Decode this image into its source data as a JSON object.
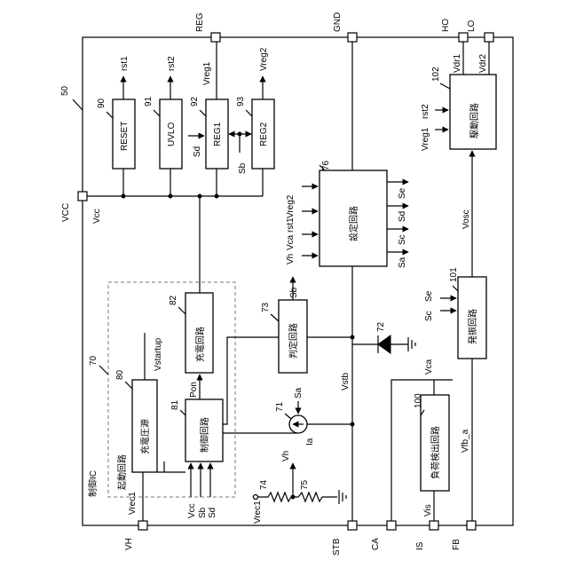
{
  "ic_label": "制御IC",
  "block_numbers": {
    "ic": "50",
    "reset": "90",
    "uvlo": "91",
    "reg1": "92",
    "reg2": "93",
    "startup": "70",
    "charger": "80",
    "control": "81",
    "charge": "82",
    "switch": "71",
    "diode": "72",
    "judge": "73",
    "r1": "74",
    "r2": "75",
    "setting": "76",
    "load_detect": "100",
    "osc": "101",
    "driver": "102"
  },
  "blocks": {
    "reset": "RESET",
    "uvlo": "UVLO",
    "reg1": "REG1",
    "reg2": "REG2",
    "startup": "起動回路",
    "charger": "充電圧源",
    "control": "制御回路",
    "charge": "充電回路",
    "judge": "判定回路",
    "setting": "設定回路",
    "load_detect": "負荷検出回路",
    "osc": "発振回路",
    "driver": "駆動回路"
  },
  "pins": {
    "reg": "REG",
    "gnd": "GND",
    "ho": "HO",
    "lo": "LO",
    "vcc": "VCC",
    "vh": "VH",
    "stb": "STB",
    "ca": "CA",
    "is": "IS",
    "fb": "FB"
  },
  "signals": {
    "rst1": "rst1",
    "rst2": "rst2",
    "vreg1": "Vreg1",
    "vreg2": "Vreg2",
    "sd": "Sd",
    "sb": "Sb",
    "vcc": "Vcc",
    "vstartup": "Vstartup",
    "pon": "Pon",
    "vrec1": "Vrec1",
    "vh": "Vh",
    "sa": "Sa",
    "ia": "Ia",
    "vstb": "Vstb",
    "vca": "Vca",
    "vis": "Vis",
    "vfba": "Vfb_a",
    "vosc": "Vosc",
    "sc": "Sc",
    "se": "Se",
    "vdr1": "Vdr1",
    "vdr2": "Vdr2"
  }
}
